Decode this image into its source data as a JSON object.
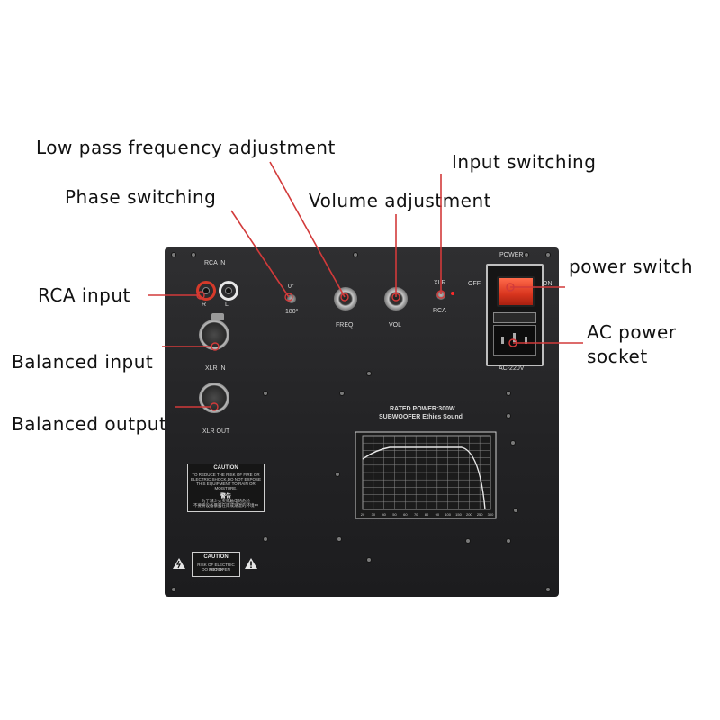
{
  "callouts": {
    "low_pass": "Low pass frequency adjustment",
    "input_switching": "Input switching",
    "phase_switching": "Phase switching",
    "volume": "Volume adjustment",
    "power_switch": "power switch",
    "rca_input": "RCA input",
    "ac_power_line1": "AC power",
    "ac_power_line2": "socket",
    "balanced_input": "Balanced input",
    "balanced_output": "Balanced output"
  },
  "panel": {
    "rca_in": "RCA IN",
    "rca_r": "R",
    "rca_l": "L",
    "xlr_in": "XLR IN",
    "xlr_out": "XLR OUT",
    "phase_0": "0°",
    "phase_180": "180°",
    "freq": "FREQ",
    "vol": "VOL",
    "input_xlr": "XLR",
    "input_rca": "RCA",
    "power": "POWER",
    "off": "OFF",
    "on": "ON",
    "ac_label": "AC-220V",
    "rated_power": "RATED POWER:300W",
    "subwoofer": "SUBWOOFER Ethics Sound",
    "caution_title": "CAUTION",
    "caution_text_1": "TO REDUCE THE RISK OF FIRE OR",
    "caution_text_2": "ELECTRIC SHOCK,DO NOT EXPOSE",
    "caution_text_3": "THIS EQUIPMENT TO RAIN OR",
    "caution_text_4": "MOISTURE.",
    "warning_cn": "警告",
    "warning_cn_text_1": "为了减少火灾或触电的危险",
    "warning_cn_text_2": "不要将设备暴露在雨或潮湿的环境中",
    "caution2_title": "CAUTION",
    "caution2_text_1": "RISK OF ELECTRIC SHOCK",
    "caution2_text_2": "DO NOT OPEN"
  },
  "graph_ticks": [
    "20",
    "30",
    "40",
    "50",
    "60",
    "70",
    "80",
    "90",
    "100",
    "150",
    "200",
    "250",
    "300"
  ],
  "colors": {
    "callout_line": "#d23a3a",
    "panel": "#262628",
    "power_switch": "#e03a24",
    "indicator_led": "#ff2a2a"
  }
}
